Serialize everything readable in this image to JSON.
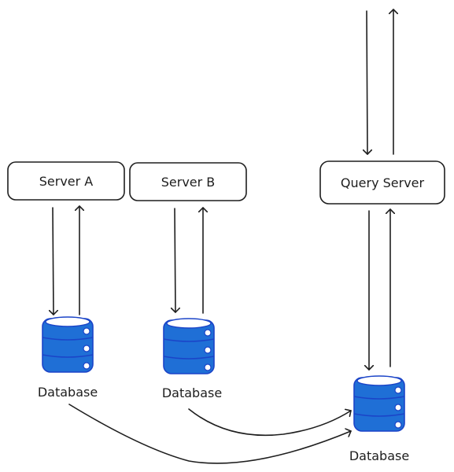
{
  "nodes": {
    "server_a": "Server A",
    "server_b": "Server B",
    "query_server": "Query Server",
    "db_a": "Database",
    "db_b": "Database",
    "db_q": "Database"
  },
  "colors": {
    "database_fill": "#1f6fd6",
    "database_stroke": "#1b44c8",
    "database_top": "#ffffff",
    "line": "#1e1e1e"
  }
}
